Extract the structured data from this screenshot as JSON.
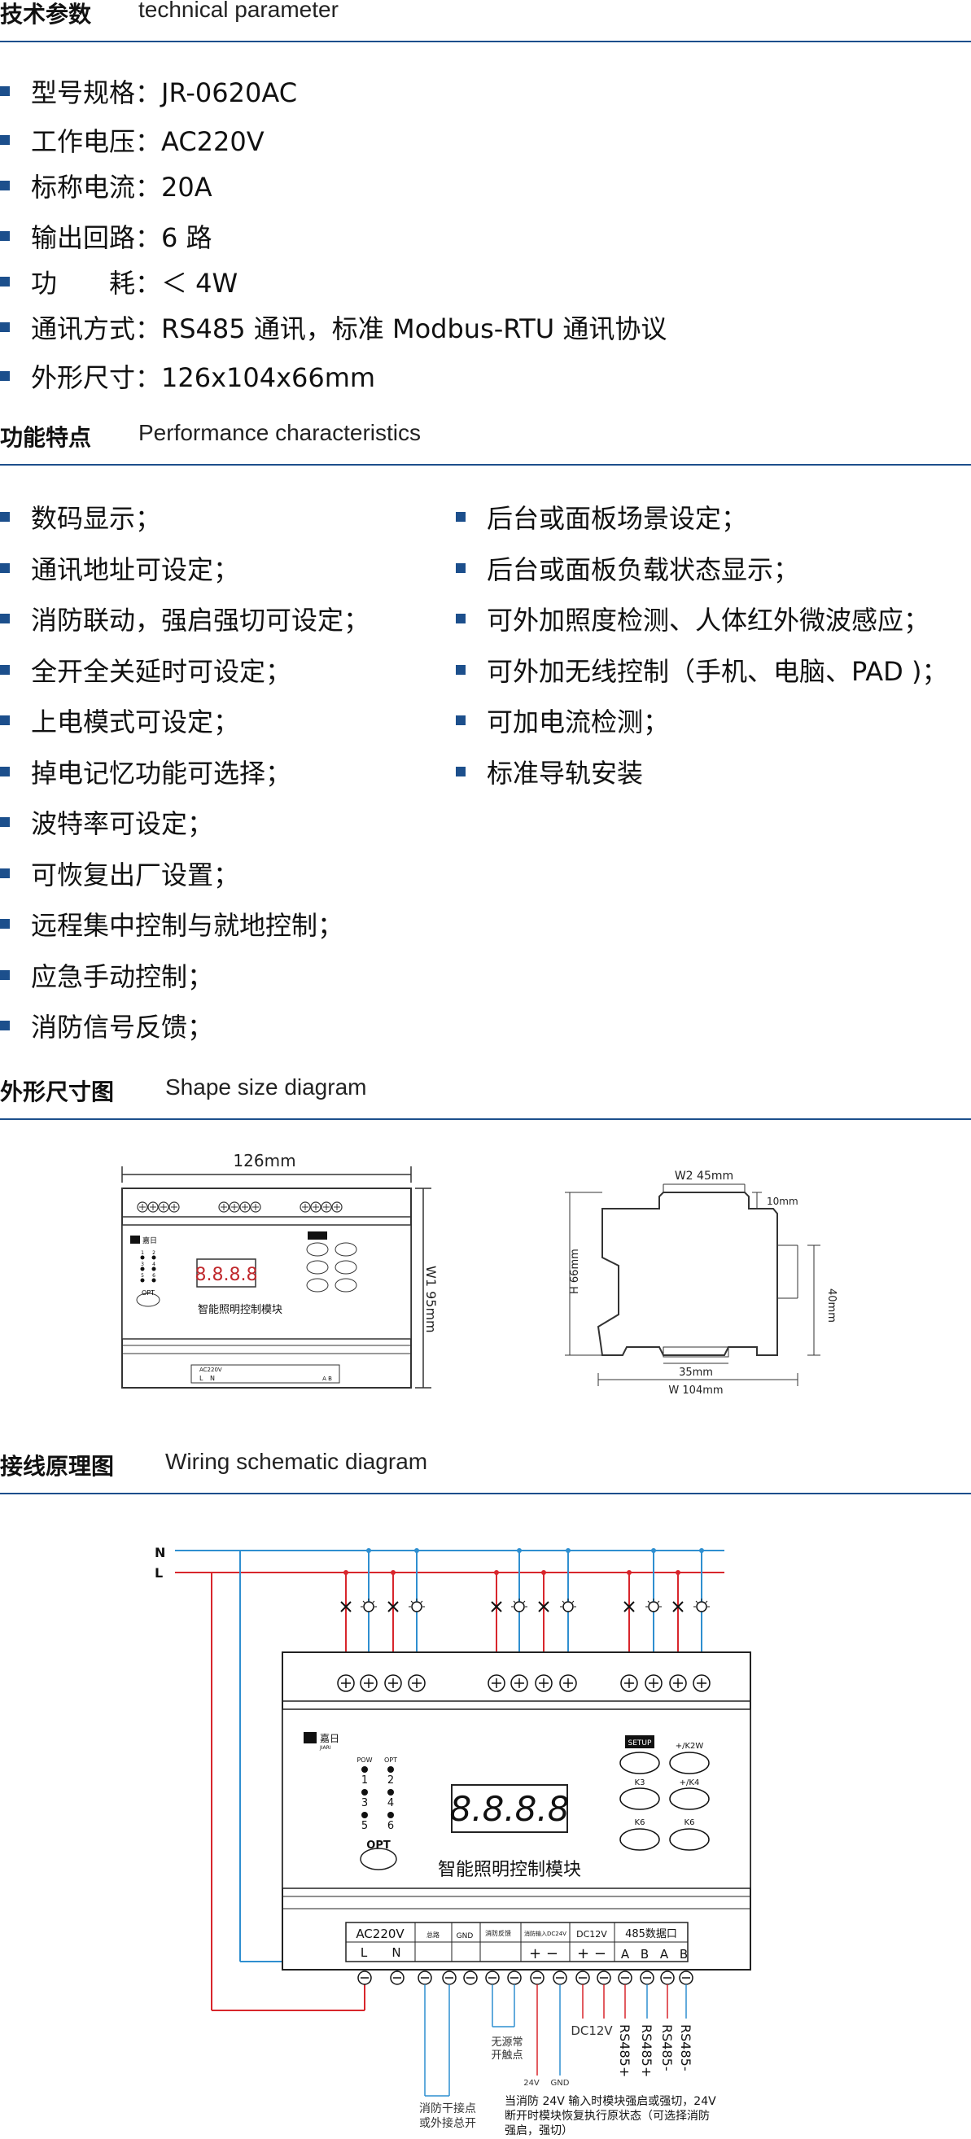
{
  "sections": {
    "tech": {
      "cn": "技术参数",
      "en": "technical parameter"
    },
    "perf": {
      "cn": "功能特点",
      "en": "Performance  characteristics"
    },
    "shape": {
      "cn": "外形尺寸图",
      "en": "Shape size diagram"
    },
    "wiring": {
      "cn": "接线原理图",
      "en": "Wiring schematic diagram"
    }
  },
  "tech_params": [
    "型号规格：JR-0620AC",
    "工作电压：AC220V",
    "标称电流：20A",
    "输出回路：6 路",
    "功　　耗：＜ 4W",
    "通讯方式：RS485 通讯，标准 Modbus-RTU 通讯协议",
    "外形尺寸：126x104x66mm"
  ],
  "features_left": [
    "数码显示；",
    "通讯地址可设定；",
    "消防联动，强启强切可设定；",
    "全开全关延时可设定；",
    "上电模式可设定；",
    "掉电记忆功能可选择；",
    "波特率可设定；",
    "可恢复出厂设置；",
    "远程集中控制与就地控制；",
    "应急手动控制；",
    "消防信号反馈；"
  ],
  "features_right": [
    "后台或面板场景设定；",
    "后台或面板负载状态显示；",
    "可外加照度检测、人体红外微波感应；",
    "可外加无线控制（手机、电脑、PAD )；",
    "可加电流检测；",
    "标准导轨安装"
  ],
  "shape_diagram": {
    "width_label": "126mm",
    "height_label": "W1  95mm",
    "module_name": "智能照明控制模块",
    "display": "8.8.8.8",
    "w2_label": "W2  45mm",
    "h_label": "H  66mm",
    "d10_label": "10mm",
    "d40_label": "40mm",
    "d35_label": "35mm",
    "w_label": "W  104mm"
  },
  "device": {
    "brand": "嘉日",
    "brand_sub": "JIARI",
    "module_name": "智能照明控制模块",
    "display": "8.8.8.8",
    "pow": "POW",
    "opt": "OPT",
    "opt_button": "OPT",
    "led_numbers": [
      "1",
      "2",
      "3",
      "4",
      "5",
      "6"
    ],
    "setup_label": "SETUP",
    "key_labels": [
      "+/K2W",
      "K3",
      "+/K4",
      "K6",
      "K6"
    ],
    "ac_label": "AC220V",
    "l_label": "L",
    "n_label": "N",
    "total_label": "总路",
    "gnd_label": "GND",
    "fire_label": "消防反馈",
    "fire24_label": "消防输入DC24V",
    "dc12_label": "DC12V",
    "port485_label": "485数据口",
    "ab_labels": [
      "A",
      "B",
      "A",
      "B"
    ]
  },
  "wiring": {
    "n_label": "N",
    "l_label": "L",
    "note_dry": "消防干接点\n或外接总开",
    "note_passive": "无源常\n开触点",
    "v24": "24V",
    "gnd": "GND",
    "dc12v": "DC12V",
    "rs_labels": [
      "RS485+",
      "RS485+",
      "RS485-",
      "RS485-"
    ],
    "fire_note": "当消防 24V 输入时模块强启或强切，24V\n断开时模块恢复执行原状态（可选择消防\n强启，强切）"
  },
  "colors": {
    "accent": "#1c4f8c",
    "wire_blue": "#2f8fd0",
    "wire_red": "#d8262c"
  }
}
